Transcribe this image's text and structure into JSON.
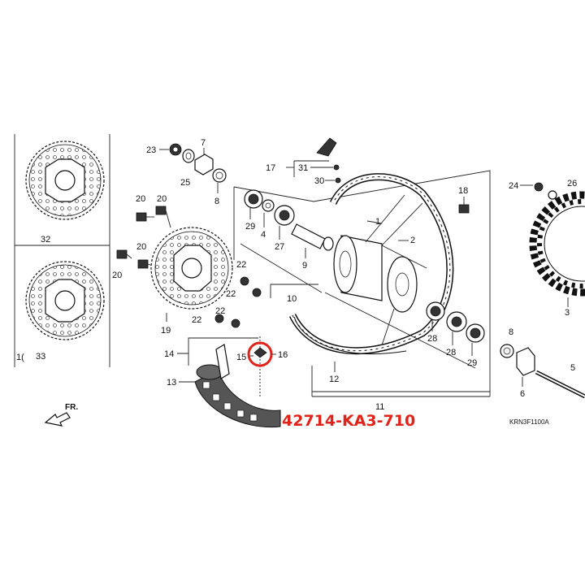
{
  "diagram": {
    "code": "KRN3F1100A",
    "part_number": "42714-KA3-710",
    "direction_label": "FR.",
    "highlight_color": "#e2231a",
    "callouts": {
      "c1": "1",
      "c2": "2",
      "c3": "3",
      "c4": "4",
      "c5": "5",
      "c6": "6",
      "c7": "7",
      "c8a": "8",
      "c8b": "8",
      "c9": "9",
      "c10": "10",
      "c11": "11",
      "c12": "12",
      "c13": "13",
      "c14": "14",
      "c15": "15",
      "c16": "16",
      "c17": "17",
      "c18": "18",
      "c19": "19",
      "c20a": "20",
      "c20b": "20",
      "c20c": "20",
      "c20d": "20",
      "c22a": "22",
      "c22b": "22",
      "c22c": "22",
      "c22d": "22",
      "c23": "23",
      "c24": "24",
      "c25": "25",
      "c26": "26",
      "c27": "27",
      "c28a": "28",
      "c28b": "28",
      "c29a": "29",
      "c29b": "29",
      "c30": "30",
      "c31": "31",
      "c32": "32",
      "c33": "33",
      "c1x": "1("
    }
  }
}
